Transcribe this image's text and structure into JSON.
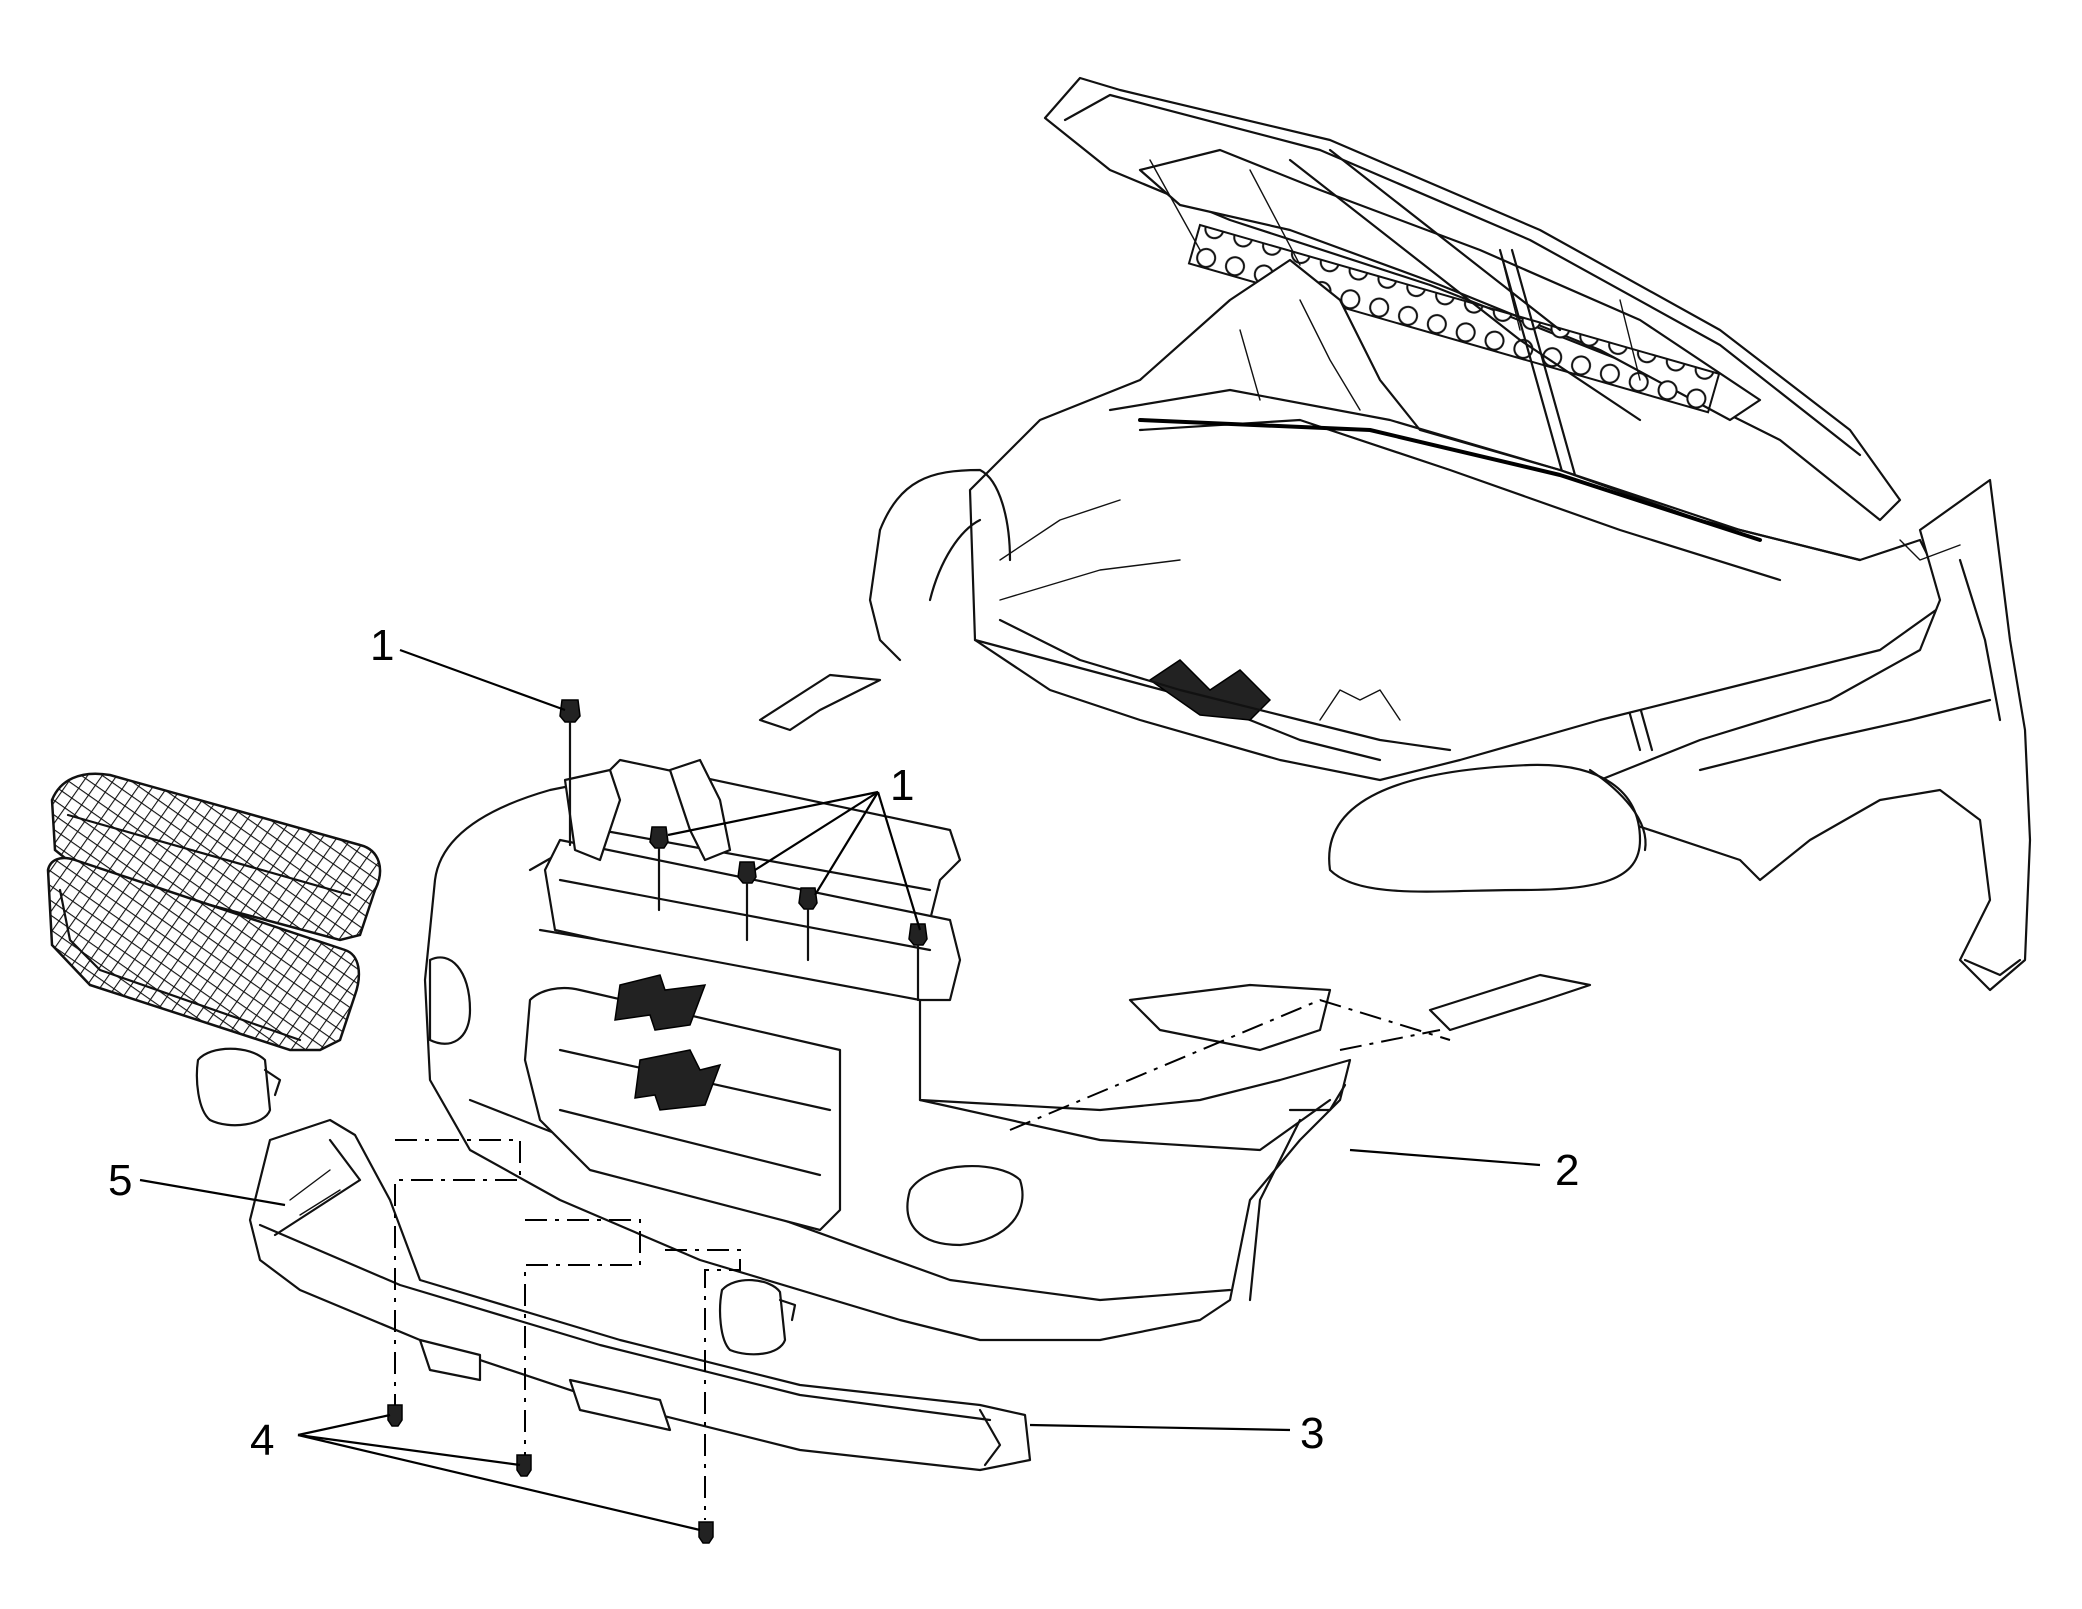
{
  "callouts": [
    {
      "id": "1a",
      "label": "1"
    },
    {
      "id": "1b",
      "label": "1"
    },
    {
      "id": "2",
      "label": "2"
    },
    {
      "id": "3",
      "label": "3"
    },
    {
      "id": "4",
      "label": "4"
    },
    {
      "id": "5",
      "label": "5"
    }
  ]
}
